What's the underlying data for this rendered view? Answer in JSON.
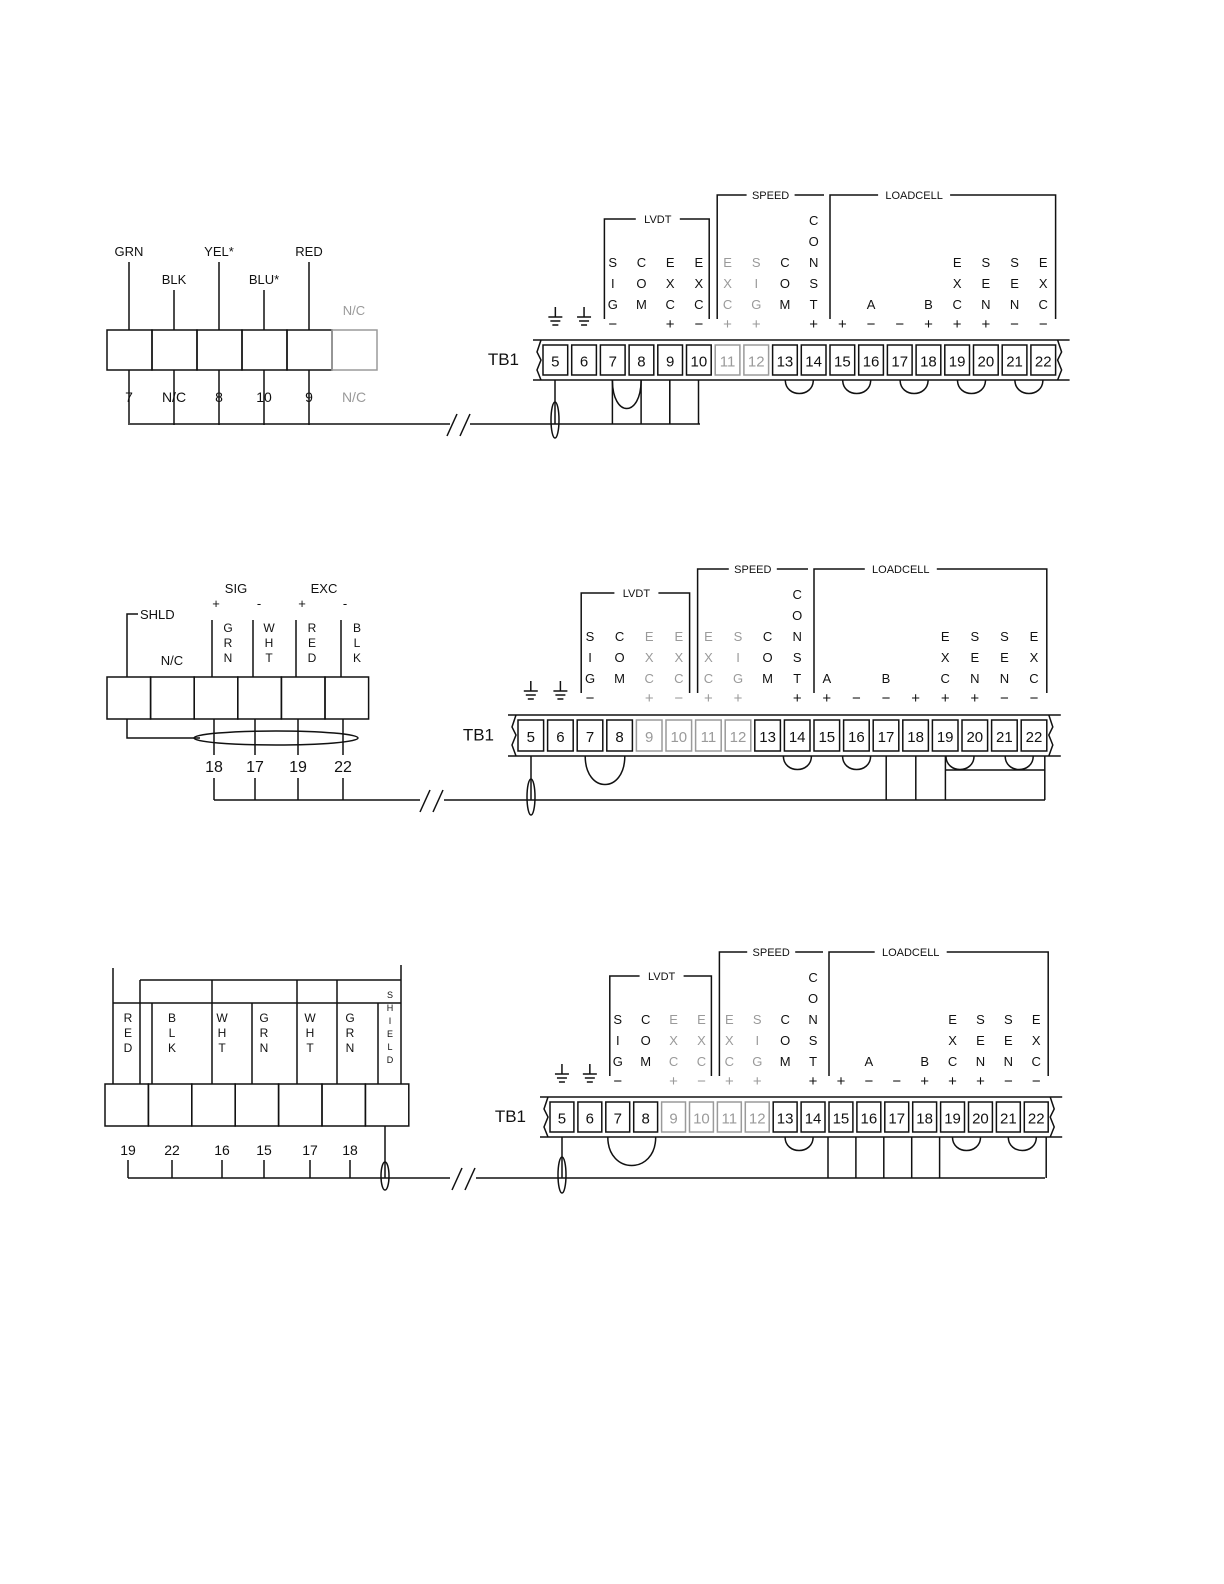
{
  "terminal_board_label": "TB1",
  "headers": {
    "lvdt": "LVDT",
    "speed": "SPEED",
    "loadcell": "LOADCELL"
  },
  "diagrams": [
    {
      "id": "d1",
      "sensor": {
        "type": "flat",
        "wire_labels": [
          "GRN",
          "BLK",
          "YEL*",
          "BLU*",
          "RED",
          "N/C"
        ],
        "pin_labels": [
          "7",
          "N/C",
          "8",
          "10",
          "9",
          "N/C"
        ]
      },
      "tb": {
        "active": [
          "5",
          "6",
          "7",
          "8",
          "9",
          "10",
          "13",
          "14",
          "15",
          "16",
          "17",
          "18",
          "19",
          "20",
          "21",
          "22"
        ],
        "columns": [
          {
            "t": "5",
            "letters": [],
            "sign": "ground"
          },
          {
            "t": "6",
            "letters": [],
            "sign": "ground"
          },
          {
            "t": "7",
            "letters": [
              "S",
              "I",
              "G"
            ],
            "sign": "−"
          },
          {
            "t": "8",
            "letters": [
              "C",
              "O",
              "M"
            ],
            "sign": ""
          },
          {
            "t": "9",
            "letters": [
              "E",
              "X",
              "C"
            ],
            "sign": "+"
          },
          {
            "t": "10",
            "letters": [
              "E",
              "X",
              "C"
            ],
            "sign": "−"
          },
          {
            "t": "11",
            "letters": [
              "E",
              "X",
              "C"
            ],
            "sign": "+"
          },
          {
            "t": "12",
            "letters": [
              "S",
              "I",
              "G"
            ],
            "sign": "+"
          },
          {
            "t": "13",
            "letters": [
              "C",
              "O",
              "M"
            ],
            "sign": ""
          },
          {
            "t": "14",
            "letters": [
              "C",
              "O",
              "N",
              "S",
              "T"
            ],
            "sign": "+"
          },
          {
            "t": "15",
            "letters": [],
            "sign": "+"
          },
          {
            "t": "16",
            "letters": [
              "A"
            ],
            "sign": "−"
          },
          {
            "t": "17",
            "letters": [],
            "sign": "−"
          },
          {
            "t": "18",
            "letters": [
              "B"
            ],
            "sign": "+"
          },
          {
            "t": "19",
            "letters": [
              "E",
              "X",
              "C"
            ],
            "sign": "+"
          },
          {
            "t": "20",
            "letters": [
              "S",
              "E",
              "N"
            ],
            "sign": "+"
          },
          {
            "t": "21",
            "letters": [
              "S",
              "E",
              "N"
            ],
            "sign": "−"
          },
          {
            "t": "22",
            "letters": [
              "E",
              "X",
              "C"
            ],
            "sign": "−"
          }
        ]
      }
    },
    {
      "id": "d2",
      "sensor": {
        "type": "group",
        "shld_label": "SHLD",
        "nc_label": "N/C",
        "sig_label": "SIG",
        "exc_label": "EXC",
        "plus": "+",
        "minus": "-",
        "wire_labels": [
          "GRN",
          "WHT",
          "RED",
          "BLK"
        ],
        "pin_labels": [
          "18",
          "17",
          "19",
          "22"
        ]
      },
      "tb": {
        "active": [
          "5",
          "6",
          "7",
          "8",
          "13",
          "14",
          "15",
          "16",
          "17",
          "18",
          "19",
          "20",
          "21",
          "22"
        ],
        "columns": [
          {
            "t": "5",
            "letters": [],
            "sign": "ground"
          },
          {
            "t": "6",
            "letters": [],
            "sign": "ground"
          },
          {
            "t": "7",
            "letters": [
              "S",
              "I",
              "G"
            ],
            "sign": "−"
          },
          {
            "t": "8",
            "letters": [
              "C",
              "O",
              "M"
            ],
            "sign": ""
          },
          {
            "t": "9",
            "letters": [
              "E",
              "X",
              "C"
            ],
            "sign": "+"
          },
          {
            "t": "10",
            "letters": [
              "E",
              "X",
              "C"
            ],
            "sign": "−"
          },
          {
            "t": "11",
            "letters": [
              "E",
              "X",
              "C"
            ],
            "sign": "+"
          },
          {
            "t": "12",
            "letters": [
              "S",
              "I",
              "G"
            ],
            "sign": "+"
          },
          {
            "t": "13",
            "letters": [
              "C",
              "O",
              "M"
            ],
            "sign": ""
          },
          {
            "t": "14",
            "letters": [
              "C",
              "O",
              "N",
              "S",
              "T"
            ],
            "sign": "+"
          },
          {
            "t": "15",
            "letters": [
              "A"
            ],
            "sign": "+"
          },
          {
            "t": "16",
            "letters": [],
            "sign": "−"
          },
          {
            "t": "17",
            "letters": [
              "B"
            ],
            "sign": "−"
          },
          {
            "t": "18",
            "letters": [],
            "sign": "+"
          },
          {
            "t": "19",
            "letters": [
              "E",
              "X",
              "C"
            ],
            "sign": "+"
          },
          {
            "t": "20",
            "letters": [
              "S",
              "E",
              "N"
            ],
            "sign": "+"
          },
          {
            "t": "21",
            "letters": [
              "S",
              "E",
              "N"
            ],
            "sign": "−"
          },
          {
            "t": "22",
            "letters": [
              "E",
              "X",
              "C"
            ],
            "sign": "−"
          }
        ]
      }
    },
    {
      "id": "d3",
      "sensor": {
        "type": "vertical",
        "wire_labels": [
          "RED",
          "BLK",
          "WHT",
          "GRN",
          "WHT",
          "GRN",
          "SHIELD"
        ],
        "pin_labels": [
          "19",
          "22",
          "16",
          "15",
          "17",
          "18"
        ]
      },
      "tb": {
        "active": [
          "5",
          "6",
          "7",
          "8",
          "13",
          "14",
          "15",
          "16",
          "17",
          "18",
          "19",
          "20",
          "21",
          "22"
        ],
        "columns": [
          {
            "t": "5",
            "letters": [],
            "sign": "ground"
          },
          {
            "t": "6",
            "letters": [],
            "sign": "ground"
          },
          {
            "t": "7",
            "letters": [
              "S",
              "I",
              "G"
            ],
            "sign": "−"
          },
          {
            "t": "8",
            "letters": [
              "C",
              "O",
              "M"
            ],
            "sign": ""
          },
          {
            "t": "9",
            "letters": [
              "E",
              "X",
              "C"
            ],
            "sign": "+"
          },
          {
            "t": "10",
            "letters": [
              "E",
              "X",
              "C"
            ],
            "sign": "−"
          },
          {
            "t": "11",
            "letters": [
              "E",
              "X",
              "C"
            ],
            "sign": "+"
          },
          {
            "t": "12",
            "letters": [
              "S",
              "I",
              "G"
            ],
            "sign": "+"
          },
          {
            "t": "13",
            "letters": [
              "C",
              "O",
              "M"
            ],
            "sign": ""
          },
          {
            "t": "14",
            "letters": [
              "C",
              "O",
              "N",
              "S",
              "T"
            ],
            "sign": "+"
          },
          {
            "t": "15",
            "letters": [],
            "sign": "+"
          },
          {
            "t": "16",
            "letters": [
              "A"
            ],
            "sign": "−"
          },
          {
            "t": "17",
            "letters": [],
            "sign": "−"
          },
          {
            "t": "18",
            "letters": [
              "B"
            ],
            "sign": "+"
          },
          {
            "t": "19",
            "letters": [
              "E",
              "X",
              "C"
            ],
            "sign": "+"
          },
          {
            "t": "20",
            "letters": [
              "S",
              "E",
              "N"
            ],
            "sign": "+"
          },
          {
            "t": "21",
            "letters": [
              "S",
              "E",
              "N"
            ],
            "sign": "−"
          },
          {
            "t": "22",
            "letters": [
              "E",
              "X",
              "C"
            ],
            "sign": "−"
          }
        ]
      }
    }
  ],
  "colors": {
    "ink": "#111111",
    "inactive": "#9a9a9a",
    "background": "#ffffff"
  }
}
